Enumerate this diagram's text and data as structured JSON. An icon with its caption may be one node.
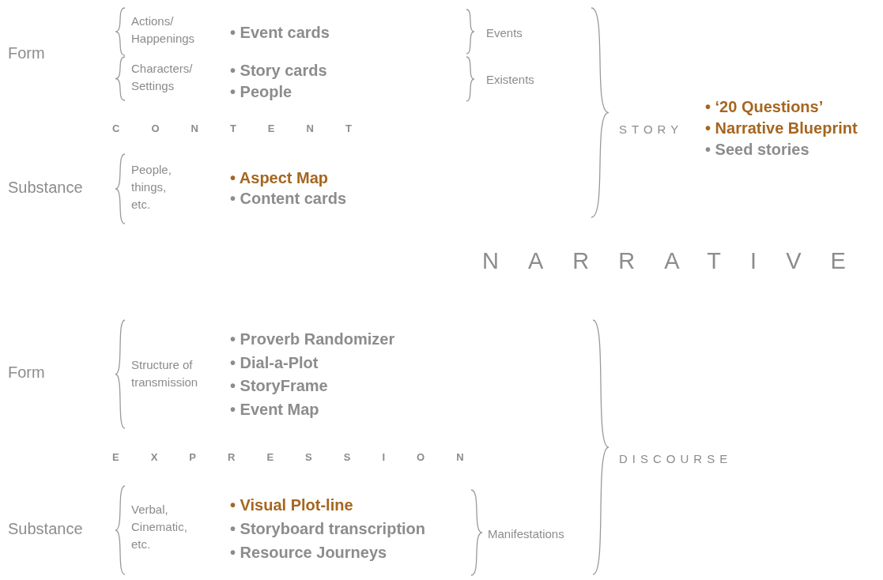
{
  "diagram": {
    "labels": [
      "Form",
      "Actions/ Happenings",
      "• Event cards",
      "Events",
      "Characters/ Settings",
      "• Story cards",
      "• People",
      "Existents",
      "CONTENT",
      "Substance",
      "People, things, etc.",
      "• Aspect Map",
      "• Content cards",
      "STORY",
      "• ‘20 Questions’",
      "• Narrative Blueprint",
      "• Seed stories",
      "NARRATIVE",
      "Form",
      "Structure of transmission",
      "• Proverb Randomizer",
      "• Dial-a-Plot",
      "• StoryFrame",
      "• Event Map",
      "EXPRESSION",
      "DISCOURSE",
      "Substance",
      "Verbal, Cinematic, etc.",
      "• Visual Plot-line",
      "• Storyboard transcription",
      "• Resource Journeys",
      "Manifestations"
    ]
  }
}
